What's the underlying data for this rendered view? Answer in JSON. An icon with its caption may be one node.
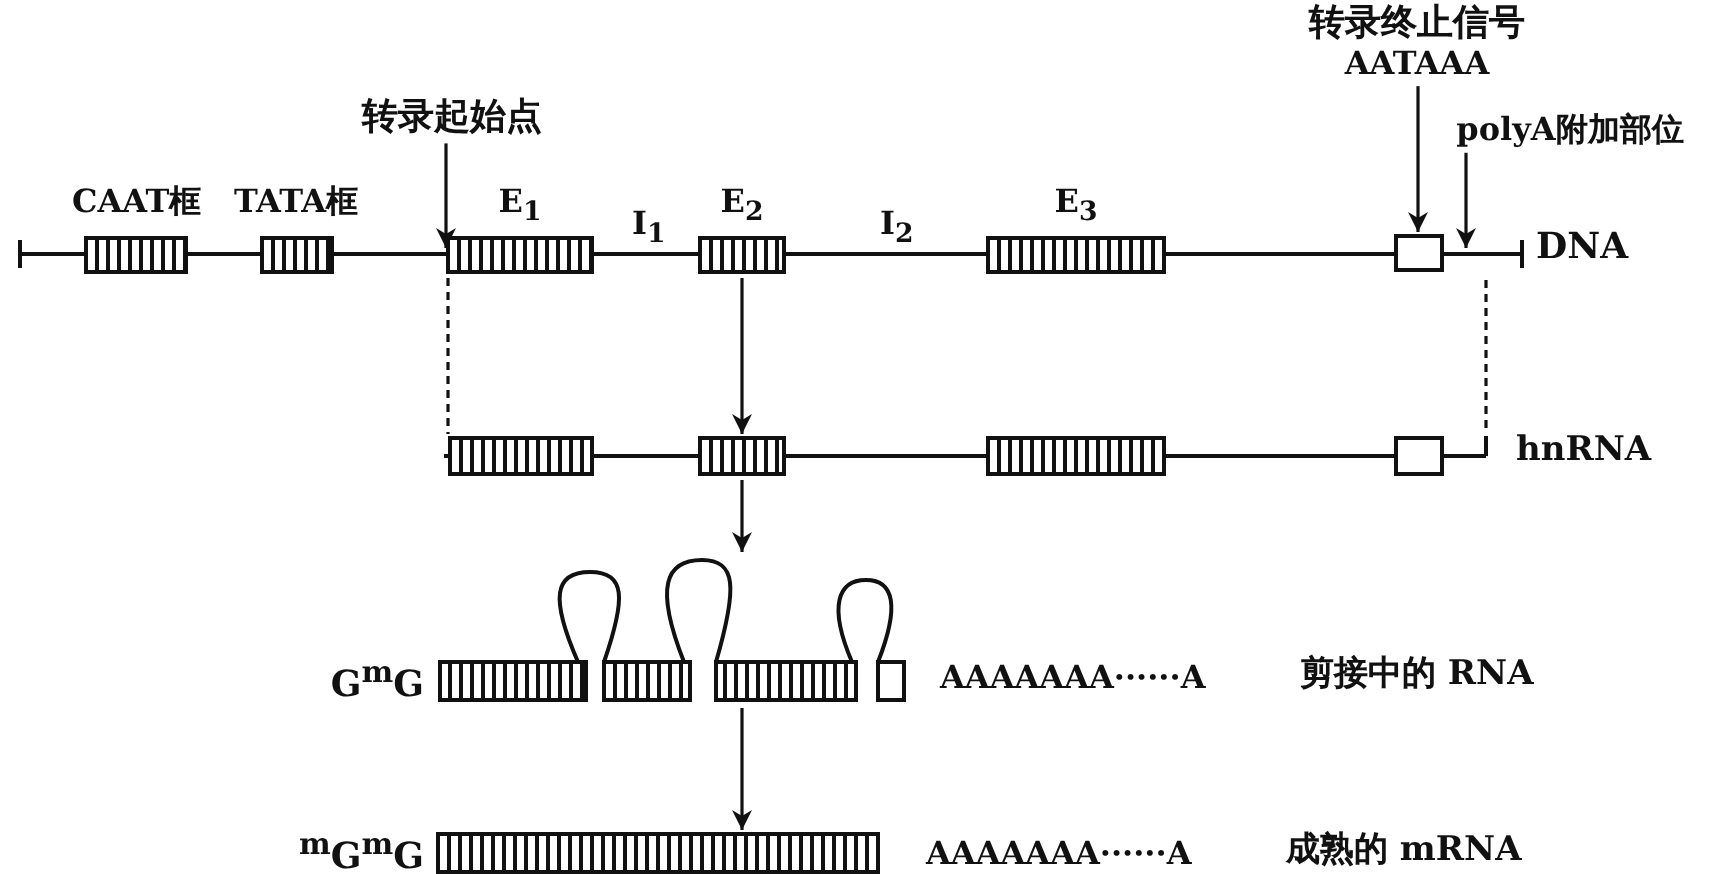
{
  "diagram": {
    "nodes": [
      {
        "text": [
          "转录终止信号",
          "AATAAA"
        ]
      },
      {
        "text": [
          "转录起始点"
        ]
      },
      {
        "text": [
          "polyA附加部位"
        ]
      },
      {
        "text": [],
        "shape": "bar",
        "beside": [
          "DNA"
        ]
      },
      {
        "text": [
          "CAAT框"
        ],
        "in": 3
      },
      {
        "text": [
          "TATA框"
        ],
        "in": 3
      },
      {
        "text": [
          "E$_{1}$"
        ],
        "in": 3
      },
      {
        "text": [
          "E$_{2}$"
        ],
        "in": 3
      },
      {
        "text": [
          "E$_{3}$"
        ],
        "in": 3
      },
      {
        "text": [],
        "shape": "box",
        "in": 3
      },
      {
        "text": [],
        "shape": "bar",
        "beside": [
          "hnRNA"
        ]
      },
      {
        "text": [],
        "shape": "box",
        "in": 10
      },
      {
        "text": [],
        "shape": "box",
        "in": 10
      },
      {
        "text": [],
        "shape": "box",
        "in": 10
      },
      {
        "text": [],
        "shape": "box",
        "in": 10
      },
      {
        "text": [],
        "shape": "bar",
        "beside": [
          "G$^{m}$G",
          "AAAAAAA······A",
          "剪接中的 RNA"
        ]
      },
      {
        "text": [],
        "shape": "bar",
        "beside": [
          "$^{m}$G$^{m}$G",
          "AAAAAAA······A",
          "成熟的 mRNA"
        ]
      }
    ],
    "edges": [
      {
        "from": 1,
        "to": 6,
        "arrow": "to"
      },
      {
        "from": 0,
        "to": 9,
        "arrow": "to"
      },
      {
        "from": 2,
        "to": 3,
        "arrow": "to"
      },
      {
        "from": 7,
        "to": 12,
        "arrow": "to"
      },
      {
        "from": 12,
        "to": 15,
        "arrow": "to"
      },
      {
        "from": 15,
        "to": 16,
        "arrow": "to"
      },
      {
        "from": 6,
        "to": 11,
        "arrow": "none",
        "style": "dashed"
      },
      {
        "from": 3,
        "to": 10,
        "arrow": "none",
        "style": "dashed"
      }
    ],
    "labels": [
      "I$_{1}$",
      "I$_{2}$"
    ]
  }
}
